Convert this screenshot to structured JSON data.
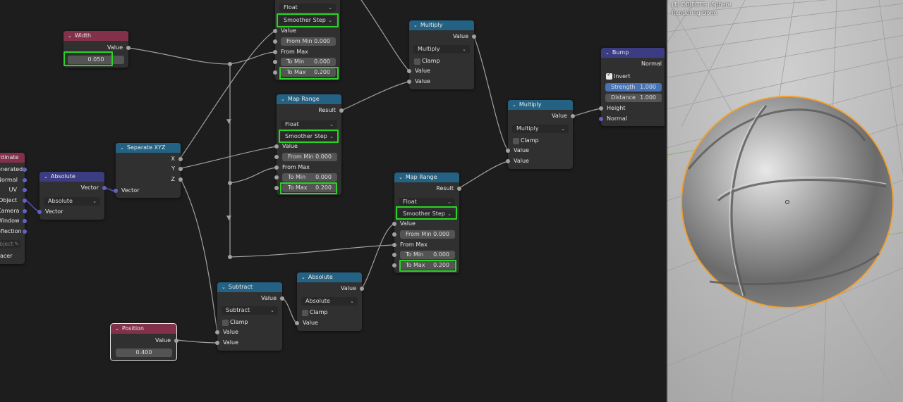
{
  "nodes": {
    "map_range_top": {
      "data_type": "Float",
      "interpolation": "Smoother Step",
      "inputs": {
        "value": "Value",
        "from_max": "From Max"
      },
      "from_min": {
        "label": "From Min",
        "value": "0.000"
      },
      "to_min": {
        "label": "To Min",
        "value": "0.000"
      },
      "to_max": {
        "label": "To Max",
        "value": "0.200"
      }
    },
    "width": {
      "title": "Width",
      "output": "Value",
      "value": "0.050"
    },
    "multiply_1": {
      "title": "Multiply",
      "output": "Value",
      "operation": "Multiply",
      "clamp_label": "Clamp",
      "input_a": "Value",
      "input_b": "Value"
    },
    "map_range_mid": {
      "title": "Map Range",
      "output": "Result",
      "data_type": "Float",
      "interpolation": "Smoother Step",
      "inputs": {
        "value": "Value",
        "from_max": "From Max"
      },
      "from_min": {
        "label": "From Min",
        "value": "0.000"
      },
      "to_min": {
        "label": "To Min",
        "value": "0.000"
      },
      "to_max": {
        "label": "To Max",
        "value": "0.200"
      }
    },
    "bump": {
      "title": "Bump",
      "output": "Normal",
      "invert_label": "Invert",
      "strength": {
        "label": "Strength",
        "value": "1.000"
      },
      "distance": {
        "label": "Distance",
        "value": "1.000"
      },
      "height": "Height",
      "normal_in": "Normal"
    },
    "multiply_2": {
      "title": "Multiply",
      "output": "Value",
      "operation": "Multiply",
      "clamp_label": "Clamp",
      "input_a": "Value",
      "input_b": "Value"
    },
    "tex_coord": {
      "title": "rdinate",
      "outputs": [
        "enerated",
        "Normal",
        "UV",
        "Object",
        "Camera",
        "Window",
        "eflection"
      ],
      "object_field": "bject",
      "footer": "acer"
    },
    "absolute_vec": {
      "title": "Absolute",
      "output": "Vector",
      "operation": "Absolute",
      "input": "Vector"
    },
    "separate_xyz": {
      "title": "Separate XYZ",
      "outputs": [
        "X",
        "Y",
        "Z"
      ],
      "input": "Vector"
    },
    "map_range_right": {
      "title": "Map Range",
      "output": "Result",
      "data_type": "Float",
      "interpolation": "Smoother Step",
      "inputs": {
        "value": "Value",
        "from_max": "From Max"
      },
      "from_min": {
        "label": "From Min",
        "value": "0.000"
      },
      "to_min": {
        "label": "To Min",
        "value": "0.000"
      },
      "to_max": {
        "label": "To Max",
        "value": "0.200"
      }
    },
    "subtract": {
      "title": "Subtract",
      "output": "Value",
      "operation": "Subtract",
      "clamp_label": "Clamp",
      "input_a": "Value",
      "input_b": "Value"
    },
    "absolute_float": {
      "title": "Absolute",
      "output": "Value",
      "operation": "Absolute",
      "clamp_label": "Clamp",
      "input": "Value"
    },
    "position": {
      "title": "Position",
      "output": "Value",
      "value": "0.400"
    }
  },
  "viewport": {
    "line1": "(1) OBJECTS | Sphere",
    "line2": "Rendering Done"
  },
  "colors": {
    "highlight": "#2bd424",
    "converter_header": "#246283",
    "vector_header": "#3c3c83",
    "input_header": "#83314a",
    "selection_outline": "#f0a030"
  }
}
